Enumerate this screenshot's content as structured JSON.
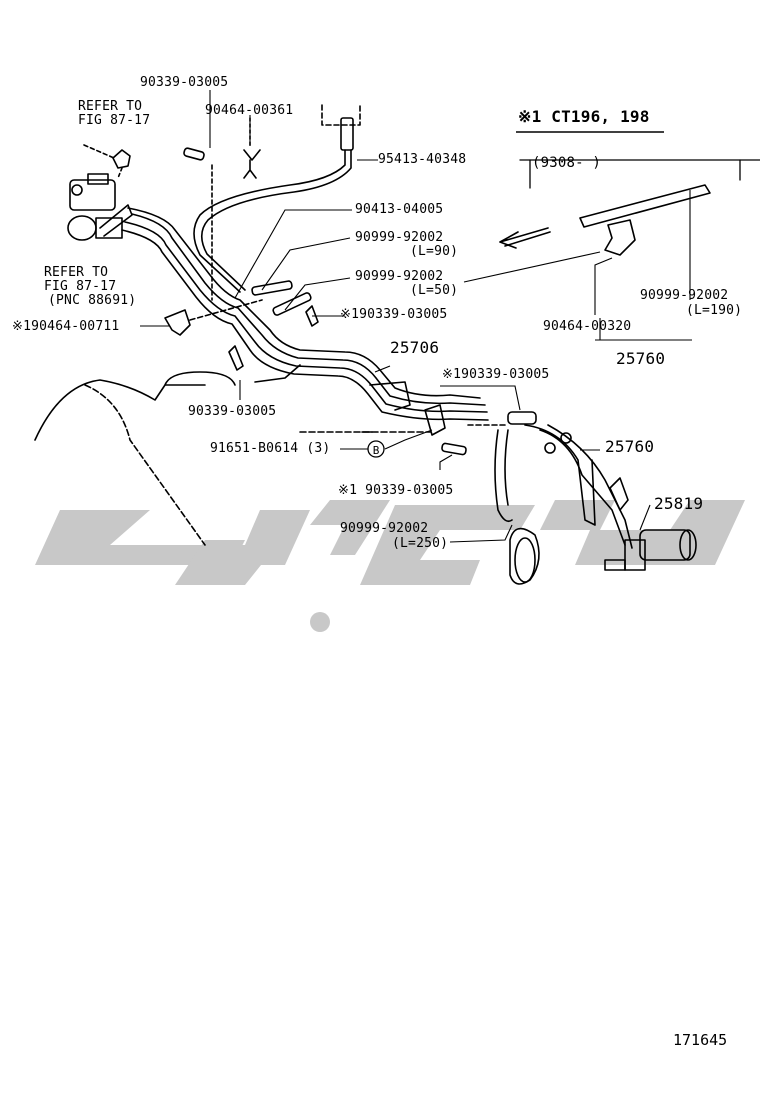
{
  "header": {
    "variant": "※1 CT196, 198",
    "production_range": "(9308-         )"
  },
  "callouts": [
    {
      "id": "c1",
      "text": "90339-03005"
    },
    {
      "id": "c2",
      "text": "90464-00361"
    },
    {
      "id": "c3",
      "text": "REFER TO"
    },
    {
      "id": "c4",
      "text": "FIG 87-17"
    },
    {
      "id": "c5",
      "text": "95413-40348"
    },
    {
      "id": "c6",
      "text": "90413-04005"
    },
    {
      "id": "c7",
      "text": "90999-92002"
    },
    {
      "id": "c8",
      "text": "(L=90)"
    },
    {
      "id": "c9",
      "text": "90999-92002"
    },
    {
      "id": "c10",
      "text": "(L=50)"
    },
    {
      "id": "c11",
      "text": "REFER TO"
    },
    {
      "id": "c12",
      "text": "FIG 87-17"
    },
    {
      "id": "c13",
      "text": "(PNC 88691)"
    },
    {
      "id": "c14",
      "text": "※190464-00711"
    },
    {
      "id": "c15",
      "text": "※190339-03005"
    },
    {
      "id": "c16",
      "text": "25706"
    },
    {
      "id": "c17",
      "text": "90339-03005"
    },
    {
      "id": "c18",
      "text": "※190339-03005"
    },
    {
      "id": "c19",
      "text": "91651-B0614 (3)"
    },
    {
      "id": "c20",
      "text": "25760"
    },
    {
      "id": "c21",
      "text": "※1 90339-03005"
    },
    {
      "id": "c22",
      "text": "25819"
    },
    {
      "id": "c23",
      "text": "90999-92002"
    },
    {
      "id": "c24",
      "text": "(L=250)"
    },
    {
      "id": "c25",
      "text": "90999-92002"
    },
    {
      "id": "c26",
      "text": "(L=190)"
    },
    {
      "id": "c27",
      "text": "90464-00320"
    },
    {
      "id": "c28",
      "text": "25760"
    }
  ],
  "circle_marker": "B",
  "figure_number": "171645",
  "colors": {
    "line": "#000000",
    "watermark": "#c8c8c8",
    "background": "#ffffff"
  }
}
